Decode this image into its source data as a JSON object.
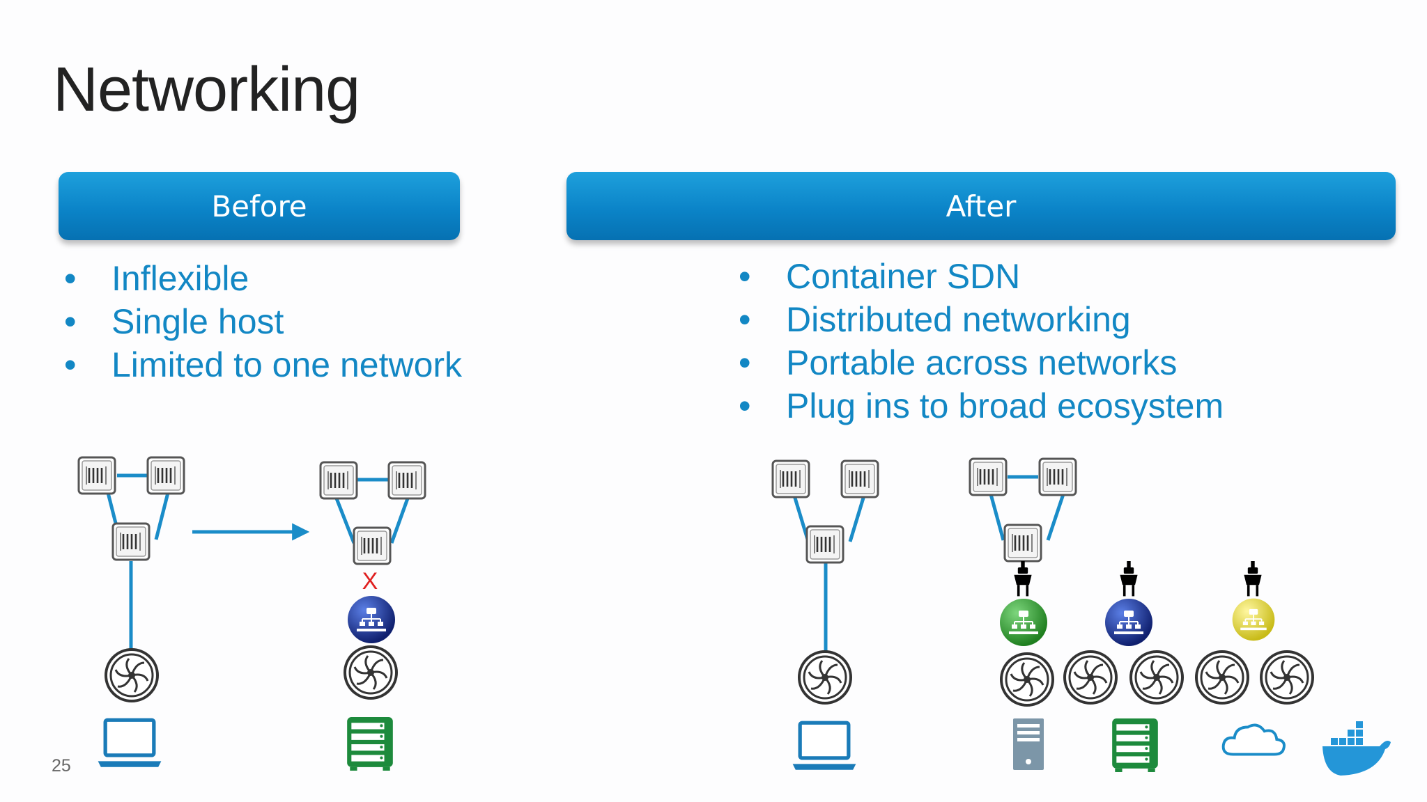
{
  "slide": {
    "title": "Networking",
    "page_number": "25"
  },
  "before": {
    "heading": "Before",
    "bullets": [
      "Inflexible",
      "Single host",
      "Limited to one network"
    ]
  },
  "after": {
    "heading": "After",
    "bullets": [
      "Container SDN",
      "Distributed networking",
      "Portable across networks",
      "Plug ins to broad ecosystem"
    ]
  },
  "diagram_marks": {
    "blocked_link": "X"
  },
  "colors": {
    "accent_blue": "#0b84c8",
    "link_blue": "#1a8cc8",
    "green_server": "#1d8a3c",
    "laptop_blue": "#1a7bb8",
    "blocked_red": "#e02020",
    "plugin_green": "#2ea02e",
    "plugin_blue": "#1e3a9a",
    "plugin_yellow": "#e4dc3c"
  },
  "icons": [
    "container-icon",
    "network-driver-icon",
    "engine-icon",
    "laptop-icon",
    "server-rack-icon",
    "tower-server-icon",
    "cloud-icon",
    "docker-whale-icon",
    "plug-icon",
    "arrow-icon"
  ]
}
